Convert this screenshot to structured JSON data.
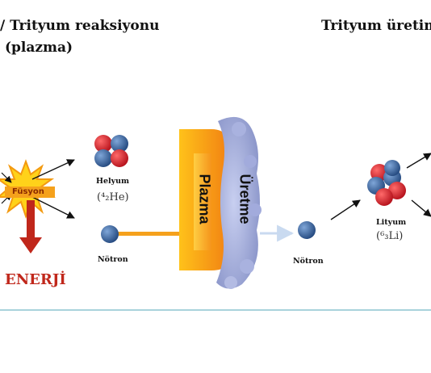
{
  "titles": {
    "left_line1": "/ Trityum reaksiyonu",
    "left_line2": "(plazma)",
    "right": "Trityum üretim"
  },
  "labels": {
    "fusion": "Füsyon",
    "helium": "Helyum",
    "helium_formula": "(⁴₂He)",
    "neutron_left": "Nötron",
    "energy": "ENERJİ",
    "plasma": "Plazma",
    "breeding": "Üretme",
    "neutron_right": "Nötron",
    "lithium": "Lityum",
    "lithium_formula": "(⁶₃Li)"
  },
  "icons": [
    "fusion-burst-icon",
    "helium-nucleus-icon",
    "neutron-icon",
    "lithium-nucleus-icon",
    "energy-arrow-icon"
  ],
  "colors": {
    "proton": "#d0202a",
    "neutron": "#2f5d9a",
    "plasma_orange": "#f5a11c",
    "breeding_blanket": "#9aa6d6",
    "energy_red": "#c0271b",
    "divider": "#a9d3dc"
  }
}
